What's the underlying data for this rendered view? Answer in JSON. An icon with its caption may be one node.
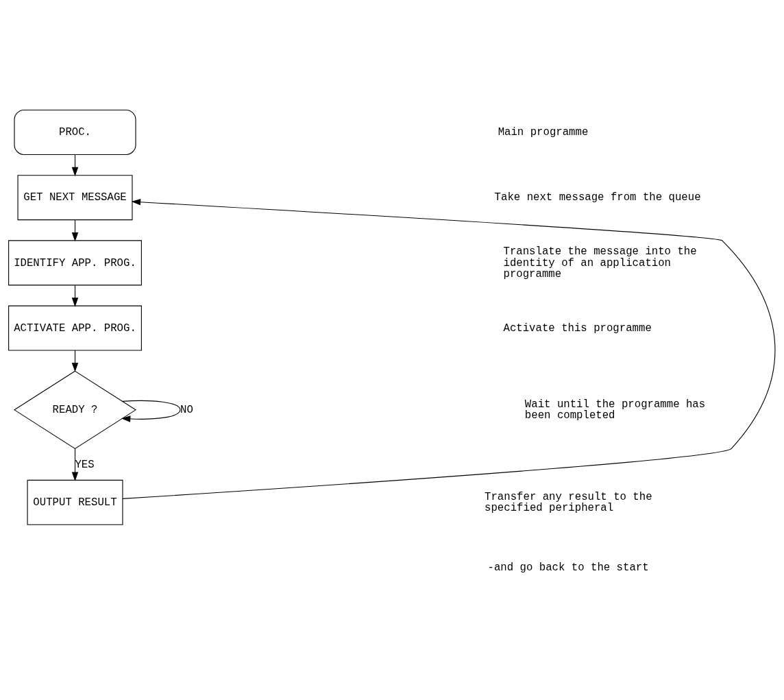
{
  "diagram": {
    "nodes": [
      {
        "text": [
          "PROC."
        ]
      },
      {
        "text": [
          "GET NEXT MESSAGE"
        ]
      },
      {
        "text": [
          "IDENTIFY APP. PROG."
        ]
      },
      {
        "text": [
          "ACTIVATE APP. PROG."
        ]
      },
      {
        "text": [
          "READY ?"
        ]
      },
      {
        "text": [
          "OUTPUT RESULT"
        ]
      }
    ],
    "edges": [
      {
        "from": 0,
        "to": 1,
        "arrow": "to"
      },
      {
        "from": 1,
        "to": 2,
        "arrow": "to"
      },
      {
        "from": 2,
        "to": 3,
        "arrow": "to"
      },
      {
        "from": 3,
        "to": 4,
        "arrow": "to"
      },
      {
        "from": 4,
        "to": 4,
        "arrow": "to",
        "label": "NO"
      },
      {
        "from": 4,
        "to": 5,
        "arrow": "to",
        "label": "YES"
      },
      {
        "from": 5,
        "to": 1,
        "arrow": "to"
      }
    ],
    "labels": [
      "Main programme",
      "Take next message from the queue",
      "Translate the message into the identity of an application programme",
      "Activate this programme",
      "Wait until the programme has been completed",
      "Transfer any result to the specified peripheral",
      "-and go back to the start"
    ]
  }
}
